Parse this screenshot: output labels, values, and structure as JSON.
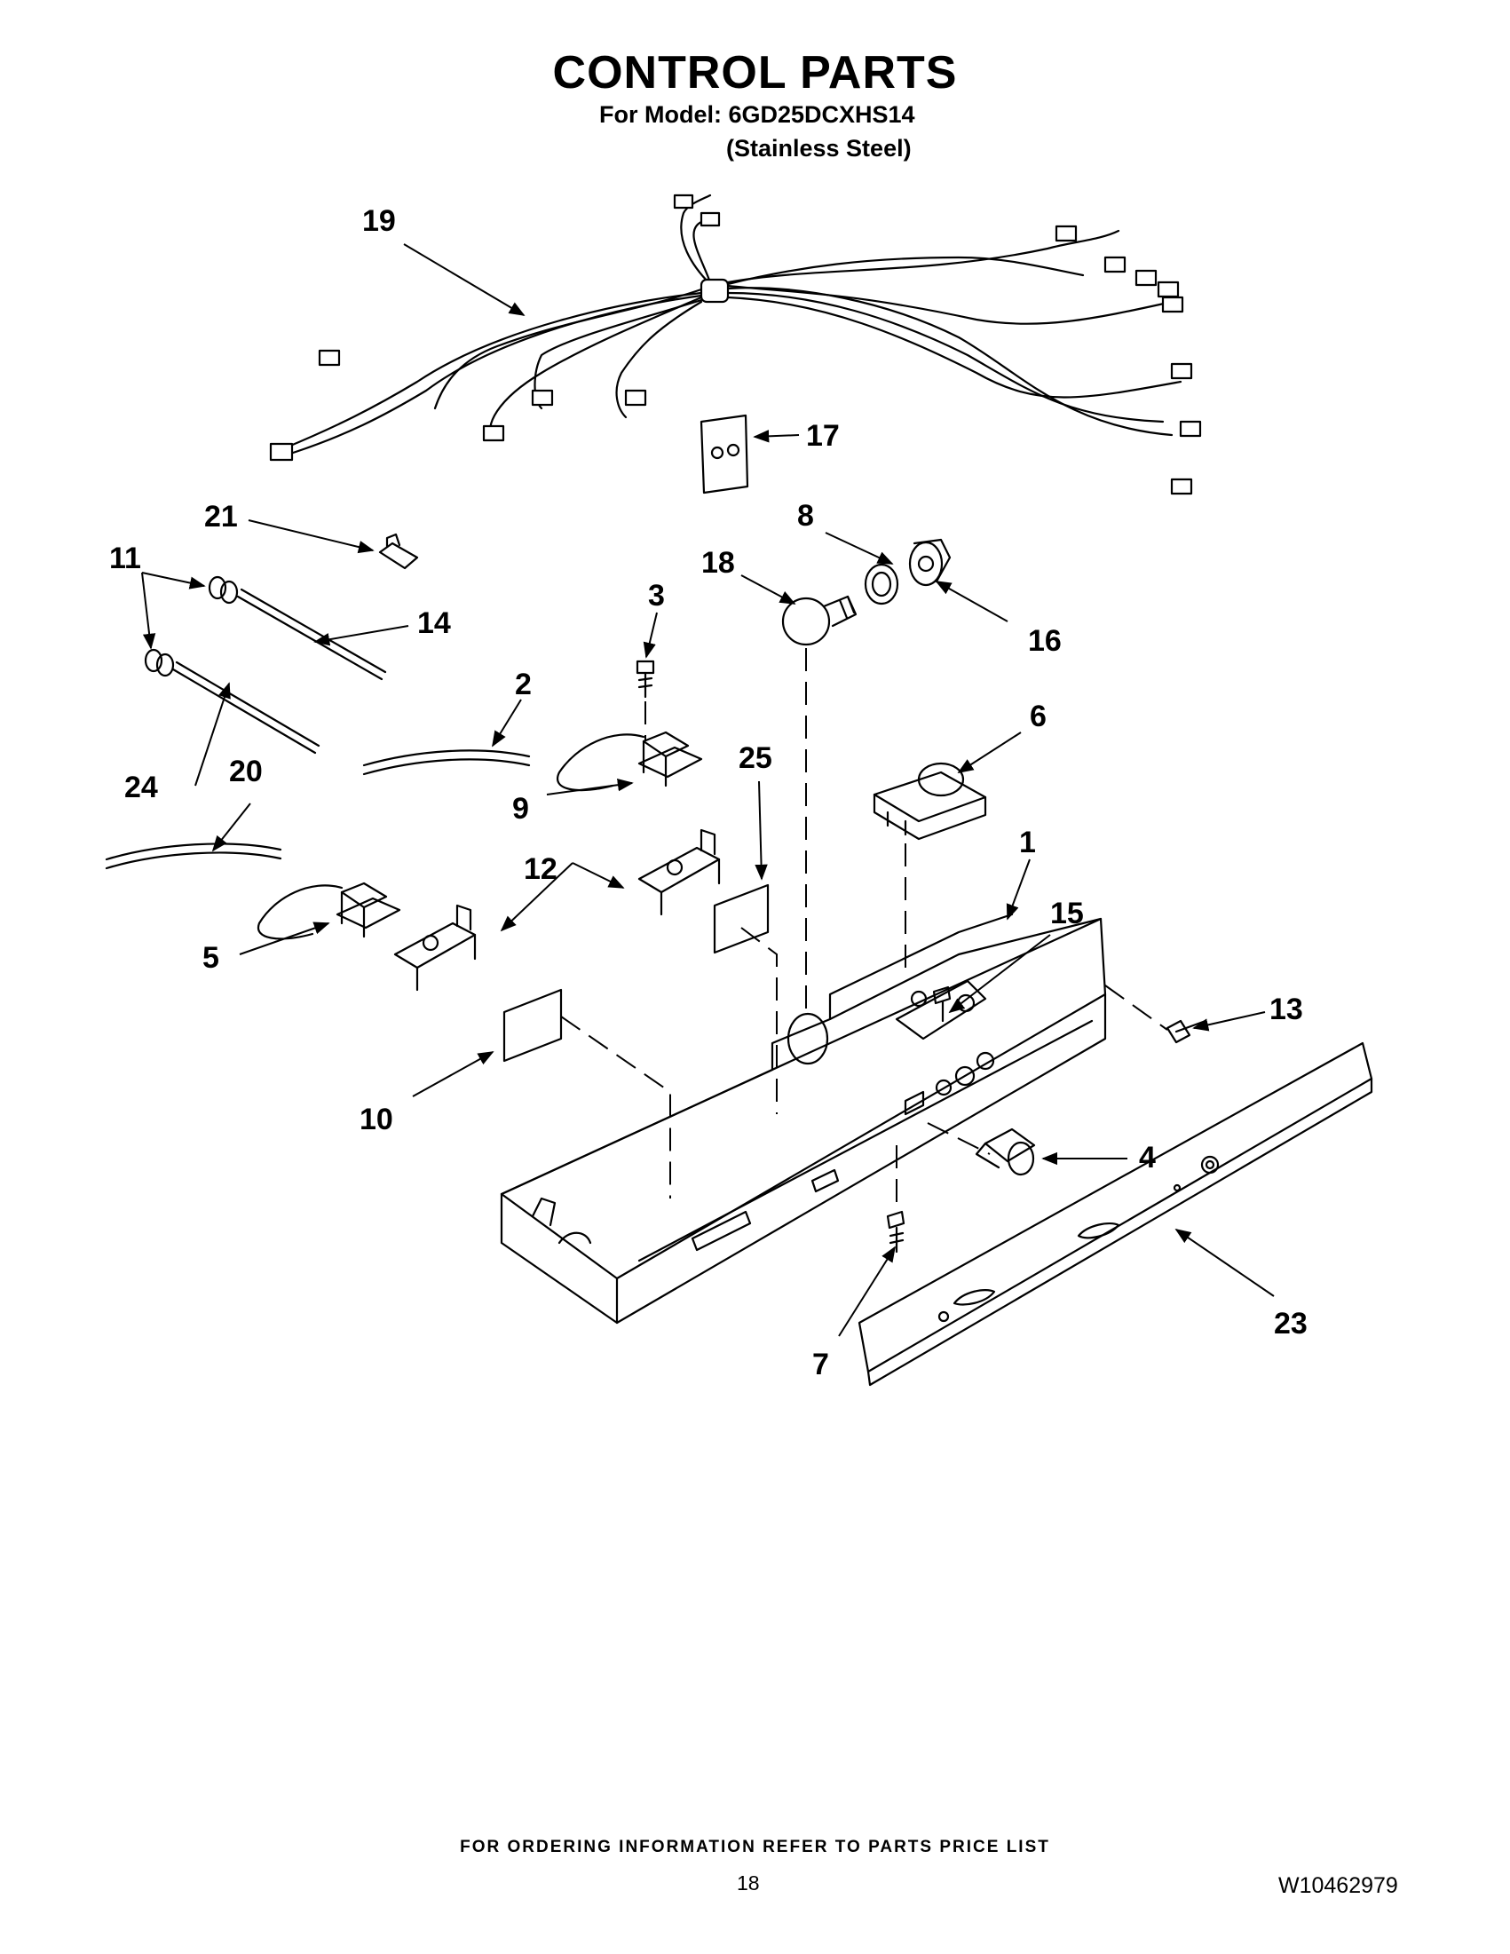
{
  "page": {
    "title": "CONTROL PARTS",
    "model_line": "For Model: 6GD25DCXHS14",
    "variant_line": "(Stainless Steel)",
    "footer": "FOR ORDERING INFORMATION REFER TO PARTS PRICE LIST",
    "page_number": "18",
    "doc_number": "W10462979"
  },
  "callouts": {
    "c1": "1",
    "c2": "2",
    "c3": "3",
    "c4": "4",
    "c5": "5",
    "c6": "6",
    "c7": "7",
    "c8": "8",
    "c9": "9",
    "c10": "10",
    "c11": "11",
    "c12": "12",
    "c13": "13",
    "c14": "14",
    "c15": "15",
    "c16": "16",
    "c17": "17",
    "c18": "18",
    "c19": "19",
    "c20": "20",
    "c21": "21",
    "c23": "23",
    "c24": "24",
    "c25": "25"
  }
}
